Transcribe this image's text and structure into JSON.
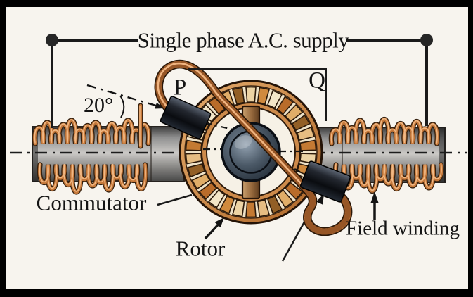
{
  "title": "Single phase A.C. supply",
  "labels": {
    "brush_p": "P",
    "brush_q": "Q",
    "angle": "20°",
    "commutator": "Commutator",
    "rotor": "Rotor",
    "field_winding": "Field winding"
  },
  "colors": {
    "background": "#f7f4ee",
    "frame": "#000000",
    "wire": "#1a1a1a",
    "text": "#141414",
    "copper": "#c6793b",
    "copper_dark": "#35200e",
    "copper_light": "#f0b884",
    "pole_gray_light": "#cbc9c6",
    "pole_gray_dark": "#3c3c3c",
    "rim_copper": "#cd8a4a",
    "segment_background": "#efe3c9",
    "inner_face": "#f6f1e6",
    "hub_steel_light": "#93a2b1",
    "hub_steel_dark": "#1c2630",
    "shaft_brown": "#8a5a30",
    "brush_black": "#0a0c10"
  },
  "wheel": {
    "segment_count": 30,
    "palette": [
      "#ecd3a4",
      "#d08a3e",
      "#f3e6c8",
      "#b96c2a",
      "#e0ad68",
      "#925f26",
      "#e7bd82",
      "#c47a33"
    ]
  }
}
